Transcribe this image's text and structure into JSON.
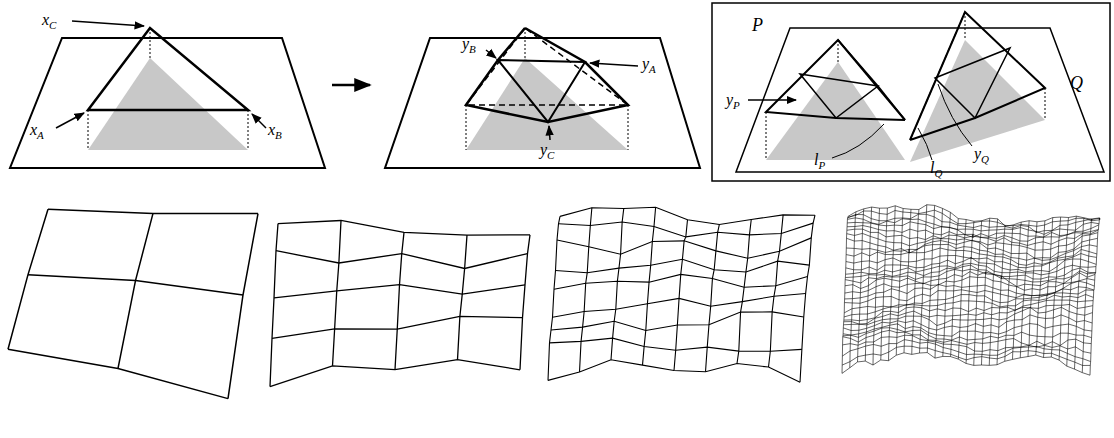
{
  "diagram": {
    "labels": [
      "xC",
      "xA",
      "xB",
      "yB",
      "yA",
      "yC",
      "P",
      "Q",
      "yP",
      "yQ",
      "lP",
      "lQ"
    ]
  }
}
